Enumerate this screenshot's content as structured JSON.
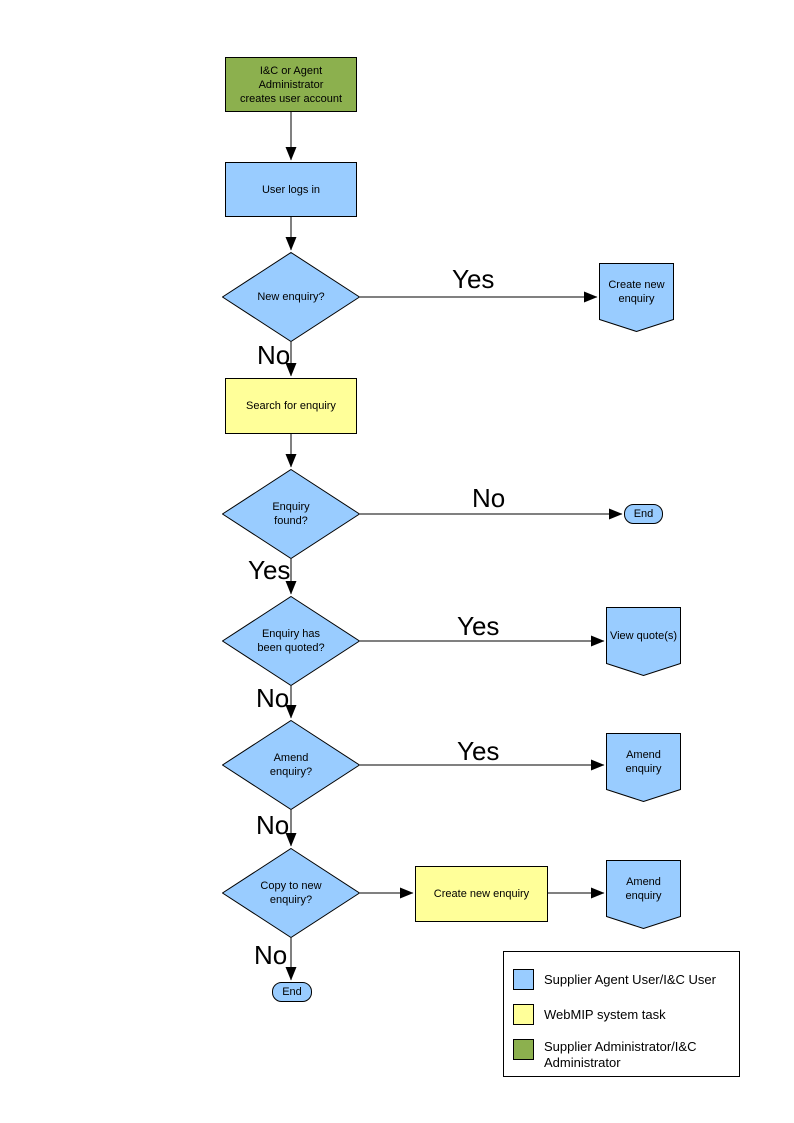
{
  "colors": {
    "user_action": "#99CCFF",
    "system_task": "#FFFF99",
    "admin_task": "#8CB04E",
    "outline": "#000000"
  },
  "flow": {
    "nodes": {
      "create_account": {
        "label": "I&C or Agent Administrator\ncreates user account"
      },
      "user_login": {
        "label": "User logs in"
      },
      "new_enquiry_q": {
        "label": "New enquiry?"
      },
      "create_new_enquiry": {
        "label": "Create new\nenquiry"
      },
      "search_enquiry": {
        "label": "Search for enquiry"
      },
      "enquiry_found_q": {
        "label": "Enquiry\nfound?"
      },
      "end_not_found": {
        "label": "End"
      },
      "enquiry_quoted_q": {
        "label": "Enquiry has\nbeen quoted?"
      },
      "view_quotes": {
        "label": "View quote(s)"
      },
      "amend_enquiry_q": {
        "label": "Amend\nenquiry?"
      },
      "amend_enquiry": {
        "label": "Amend enquiry"
      },
      "copy_enquiry_q": {
        "label": "Copy to new\nenquiry?"
      },
      "create_new_enquiry_task": {
        "label": "Create new enquiry"
      },
      "amend_enquiry_2": {
        "label": "Amend enquiry"
      },
      "end_final": {
        "label": "End"
      }
    },
    "branch_labels": {
      "new_enquiry_yes": "Yes",
      "new_enquiry_no": "No",
      "enquiry_found_no": "No",
      "enquiry_found_yes": "Yes",
      "enquiry_quoted_yes": "Yes",
      "enquiry_quoted_no": "No",
      "amend_yes": "Yes",
      "amend_no": "No",
      "copy_no": "No"
    }
  },
  "legend": {
    "items": [
      {
        "color": "#99CCFF",
        "label": "Supplier Agent User/I&C User"
      },
      {
        "color": "#FFFF99",
        "label": "WebMIP system task"
      },
      {
        "color": "#8CB04E",
        "label": "Supplier Administrator/I&C\nAdministrator"
      }
    ]
  }
}
